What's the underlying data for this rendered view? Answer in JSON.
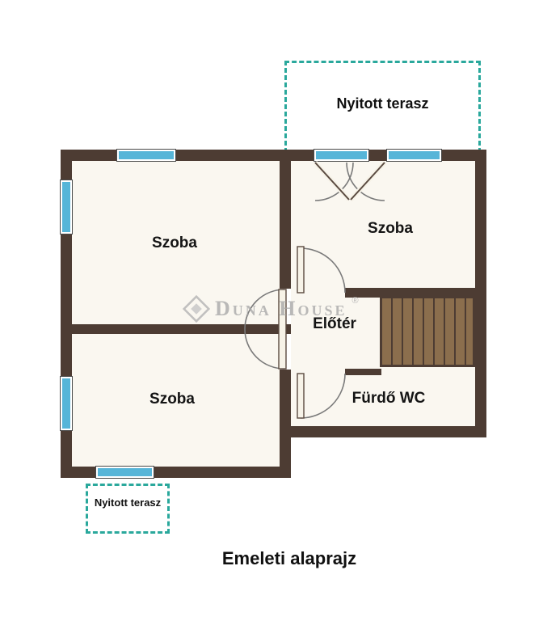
{
  "plan": {
    "title": "Emeleti alaprajz"
  },
  "terraces": {
    "top_label": "Nyitott terasz",
    "bottom_label": "Nyitott terasz"
  },
  "rooms": {
    "szoba_top_left": "Szoba",
    "szoba_top_right": "Szoba",
    "szoba_bottom_left": "Szoba",
    "hall": "Előtér",
    "bathroom": "Fürdő WC"
  },
  "watermark": {
    "brand": "Duna House",
    "registered": "®"
  },
  "colors": {
    "wall": "#4d3c33",
    "window": "#56b5d8",
    "terrace": "#2aa89c",
    "stairs": "#8b6e4d",
    "room_fill": "#faf7f0",
    "watermark_gray": "#a9a9a9"
  }
}
